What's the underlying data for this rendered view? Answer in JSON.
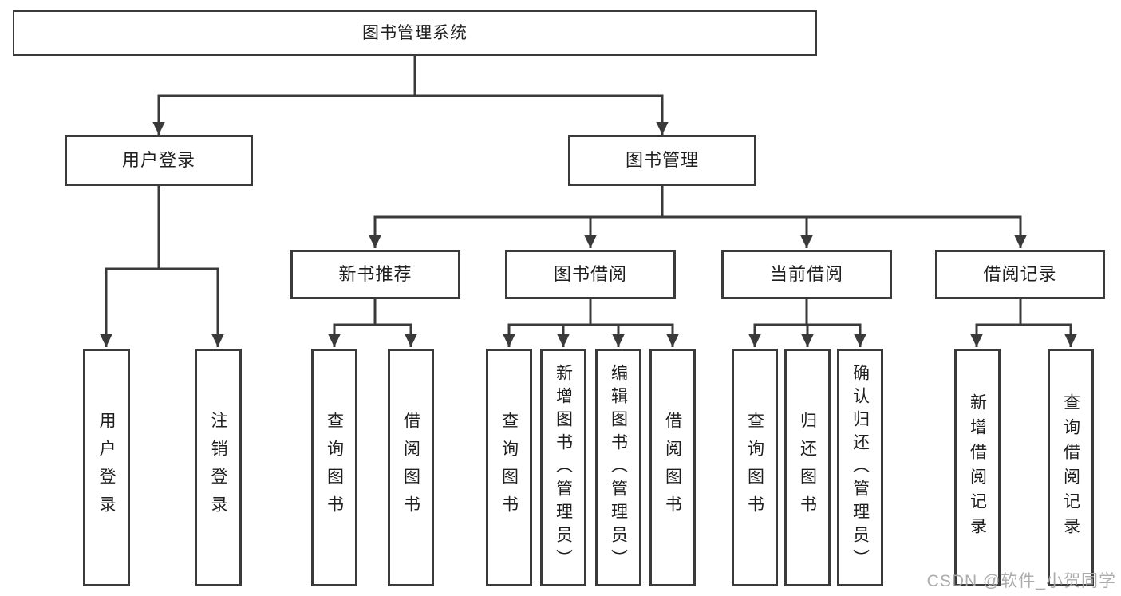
{
  "colors": {
    "line": "#3a3a3a",
    "box_border": "#3a3a3a",
    "text": "#1f1f1f",
    "watermark": "#a8a8a8",
    "background": "#ffffff"
  },
  "watermark": "CSDN @软件_小贺同学",
  "tree": {
    "label": "图书管理系统",
    "children": [
      {
        "label": "用户登录",
        "children": [
          {
            "label": "用户登录"
          },
          {
            "label": "注销登录"
          }
        ]
      },
      {
        "label": "图书管理",
        "children": [
          {
            "label": "新书推荐",
            "children": [
              {
                "label": "查询图书"
              },
              {
                "label": "借阅图书"
              }
            ]
          },
          {
            "label": "图书借阅",
            "children": [
              {
                "label": "查询图书"
              },
              {
                "label": "新增图书（管理员）"
              },
              {
                "label": "编辑图书（管理员）"
              },
              {
                "label": "借阅图书"
              }
            ]
          },
          {
            "label": "当前借阅",
            "children": [
              {
                "label": "查询图书"
              },
              {
                "label": "归还图书"
              },
              {
                "label": "确认归还（管理员）"
              }
            ]
          },
          {
            "label": "借阅记录",
            "children": [
              {
                "label": "新增借阅记录"
              },
              {
                "label": "查询借阅记录"
              }
            ]
          }
        ]
      }
    ]
  }
}
